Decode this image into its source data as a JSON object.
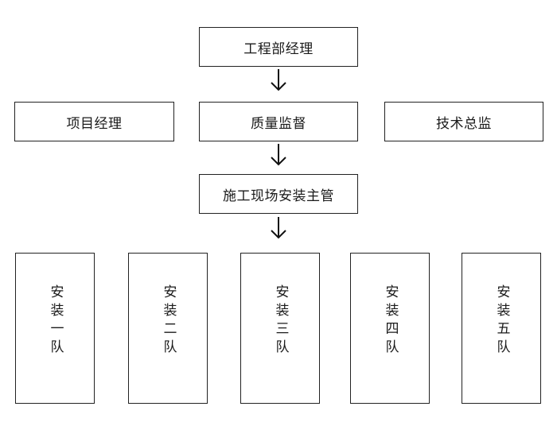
{
  "chart": {
    "top": "工程部经理",
    "left": "项目经理",
    "center": "质量监督",
    "right": "技术总监",
    "supervisor": "施工现场安装主管",
    "teams": [
      "安装一队",
      "安装二队",
      "安装三队",
      "安装四队",
      "安装五队"
    ]
  }
}
